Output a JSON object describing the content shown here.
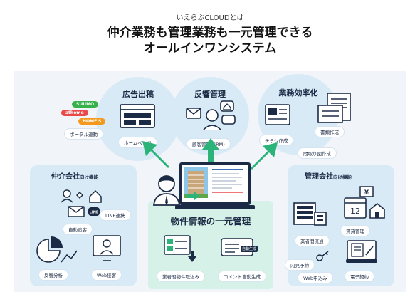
{
  "header": {
    "eyebrow": "いえらぶCLOUDとは",
    "title_line1": "仲介業務も管理業務も一元管理できる",
    "title_line2": "オールインワンシステム"
  },
  "circles": {
    "ad": {
      "title": "広告出稿",
      "item1": "ポータル連動",
      "item2": "ホームページ"
    },
    "response": {
      "title": "反響管理",
      "item1": "顧客管理(CRM)"
    },
    "efficiency": {
      "title": "業務効率化",
      "item1": "チラシ作成",
      "item2": "書類作成",
      "item3": "間取り図作成"
    }
  },
  "portal_brands": [
    {
      "label": "SUUMO",
      "color": "#36b24a"
    },
    {
      "label": "athome",
      "color": "#e84a4a"
    },
    {
      "label": "HOME'S",
      "color": "#f39a1e"
    }
  ],
  "left_box": {
    "title": "仲介会社",
    "title_suffix": "向け機能",
    "items": [
      "LINE連携",
      "自動追客",
      "反響分析",
      "Web接客"
    ]
  },
  "right_box": {
    "title": "管理会社",
    "title_suffix": "向け機能",
    "items": [
      "業者間流通",
      "賃貸管理",
      "内見予約",
      "Web申込み",
      "電子契約"
    ]
  },
  "center_box": {
    "title": "物件情報の一元管理",
    "items": [
      "業者間物件取込み",
      "コメント自動生成"
    ],
    "badge": "自動生成"
  },
  "colors": {
    "accent_green": "#2bb37a",
    "navy": "#1c2b45",
    "light_blue": "#d9eaf7",
    "mint": "#d6f1e7"
  },
  "icons": [
    "browser-icon",
    "chat-icon",
    "user-icon",
    "home-icon",
    "document-icon",
    "mail-icon",
    "chart-icon",
    "calendar-icon",
    "yen-icon",
    "key-icon",
    "monitor-icon",
    "building-icon"
  ]
}
